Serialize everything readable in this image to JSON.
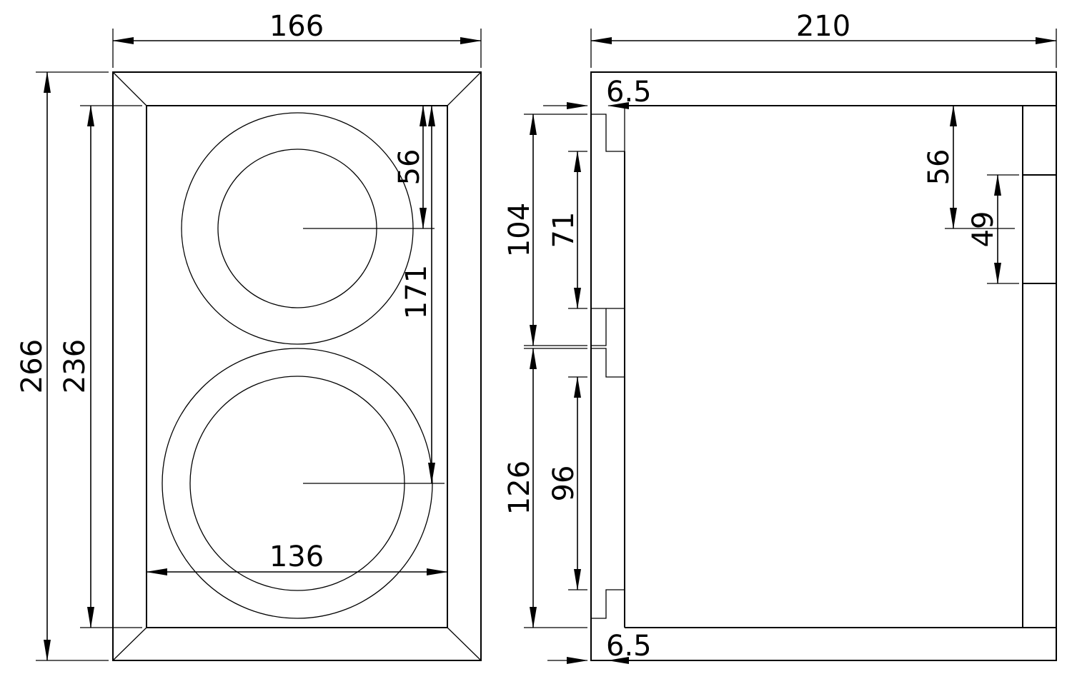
{
  "front_view": {
    "dims": {
      "width_outer": "166",
      "height_outer": "266",
      "height_inner": "236",
      "width_inner": "136",
      "tweeter_offset": "56",
      "woofer_spacing": "171"
    }
  },
  "side_view": {
    "dims": {
      "depth": "210",
      "baffle_top": "6.5",
      "baffle_bottom": "6.5",
      "upper_cutout_span": "104",
      "upper_cutout_inner": "71",
      "lower_cutout_span": "126",
      "lower_cutout_inner": "96",
      "top_offset": "56",
      "rear_port": "49"
    }
  }
}
